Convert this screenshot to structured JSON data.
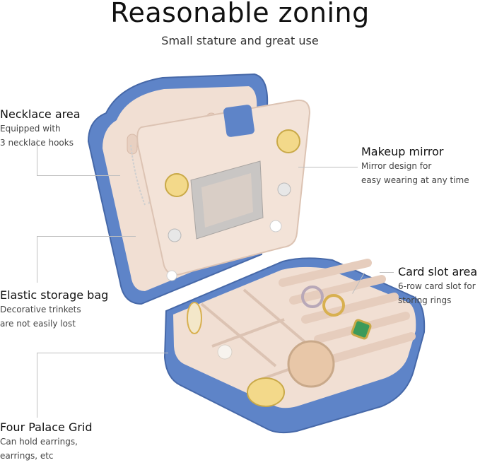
{
  "header": {
    "title": "Reasonable zoning",
    "subtitle": "Small stature and great use"
  },
  "callouts": {
    "necklace": {
      "title": "Necklace area",
      "desc1": "Equipped with",
      "desc2": "3 necklace hooks"
    },
    "mirror": {
      "title": "Makeup mirror",
      "desc1": "Mirror design for",
      "desc2": "easy wearing at any time"
    },
    "elastic": {
      "title": "Elastic storage bag",
      "desc1": "Decorative trinkets",
      "desc2": "are not easily lost"
    },
    "card": {
      "title": "Card slot area",
      "desc1": "6-row card slot for",
      "desc2": "storing rings"
    },
    "grid": {
      "title": "Four Palace Grid",
      "desc1": "Can hold earrings,",
      "desc2": "earrings, etc"
    }
  },
  "colors": {
    "case_blue": "#5e84c8",
    "case_blue_dark": "#4668a8",
    "lining": "#f1dfd3",
    "lining_shadow": "#dcc3b3"
  }
}
